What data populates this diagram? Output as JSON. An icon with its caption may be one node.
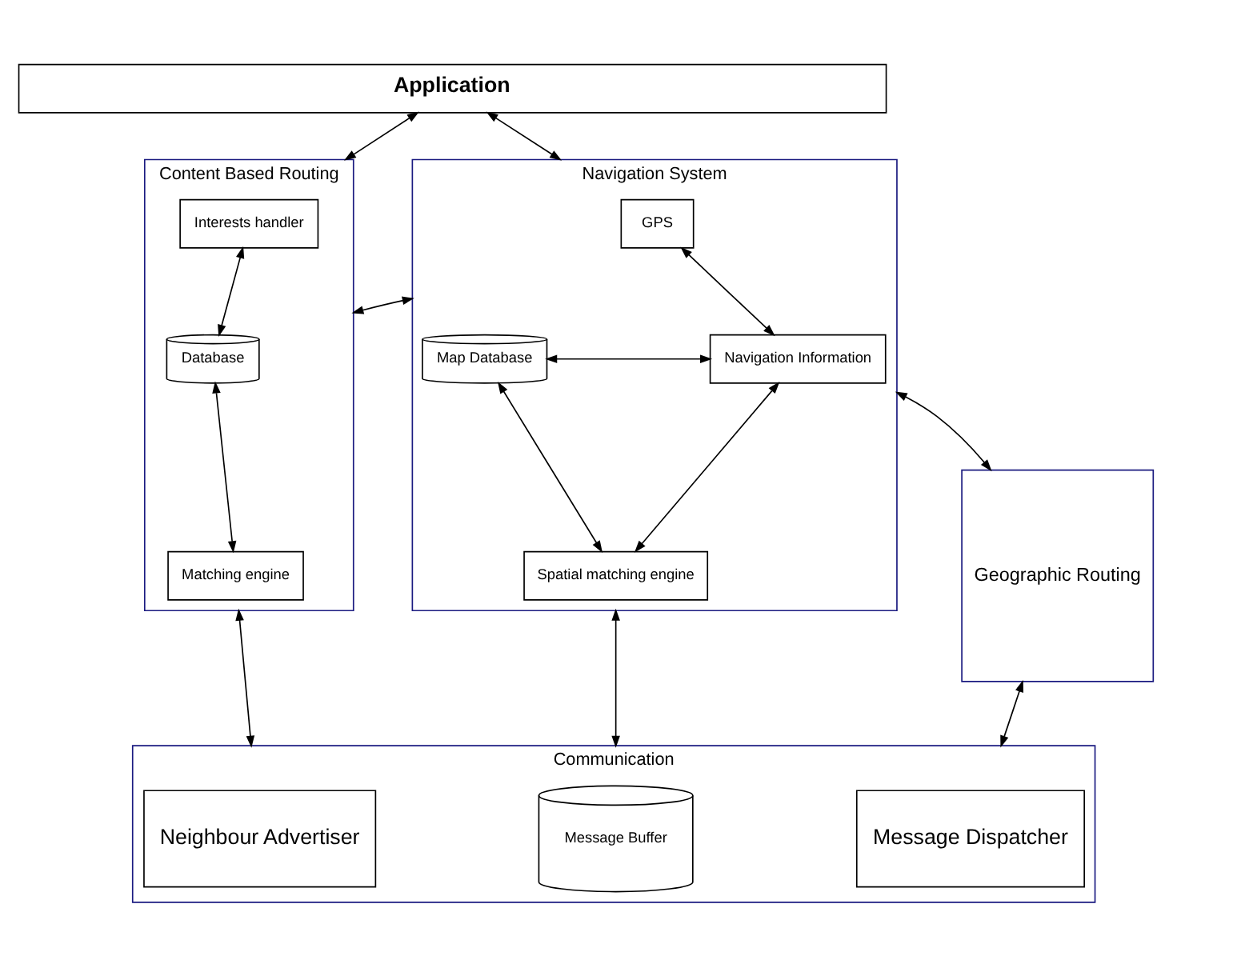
{
  "diagram": {
    "nodes": [
      {
        "text": [
          "Application"
        ]
      },
      {
        "text": [
          "Content Based Routing"
        ]
      },
      {
        "text": [
          "Interests handler"
        ],
        "in": 1
      },
      {
        "text": [
          "Database"
        ],
        "in": 1
      },
      {
        "text": [
          "Matching engine"
        ],
        "in": 1
      },
      {
        "text": [
          "Navigation System"
        ]
      },
      {
        "text": [
          "GPS"
        ],
        "in": 5
      },
      {
        "text": [
          "Navigation Information"
        ],
        "in": 5
      },
      {
        "text": [
          "Spatial matching engine"
        ],
        "in": 5
      },
      {
        "text": [
          "Map Database"
        ],
        "in": 5
      },
      {
        "text": [
          "Geographic Routing"
        ]
      },
      {
        "text": [
          "Communication"
        ]
      },
      {
        "text": [
          "Neighbour Advertiser"
        ],
        "in": 11
      },
      {
        "text": [
          "Message Buffer"
        ],
        "in": 11
      },
      {
        "text": [
          "Message Dispatcher"
        ],
        "in": 11
      }
    ],
    "edges": [
      {
        "from": 0,
        "to": 1,
        "arrow": "both"
      },
      {
        "from": 0,
        "to": 5,
        "arrow": "both"
      },
      {
        "from": 2,
        "to": 3,
        "arrow": "both"
      },
      {
        "from": 3,
        "to": 4,
        "arrow": "both"
      },
      {
        "from": 1,
        "to": 5,
        "arrow": "both"
      },
      {
        "from": 6,
        "to": 7,
        "arrow": "both"
      },
      {
        "from": 7,
        "to": 8,
        "arrow": "both"
      },
      {
        "from": 7,
        "to": 9,
        "arrow": "both"
      },
      {
        "from": 8,
        "to": 9,
        "arrow": "both"
      },
      {
        "from": 5,
        "to": 10,
        "arrow": "both"
      },
      {
        "from": 1,
        "to": 11,
        "arrow": "both"
      },
      {
        "from": 5,
        "to": 11,
        "arrow": "both"
      },
      {
        "from": 10,
        "to": 11,
        "arrow": "both"
      }
    ]
  }
}
